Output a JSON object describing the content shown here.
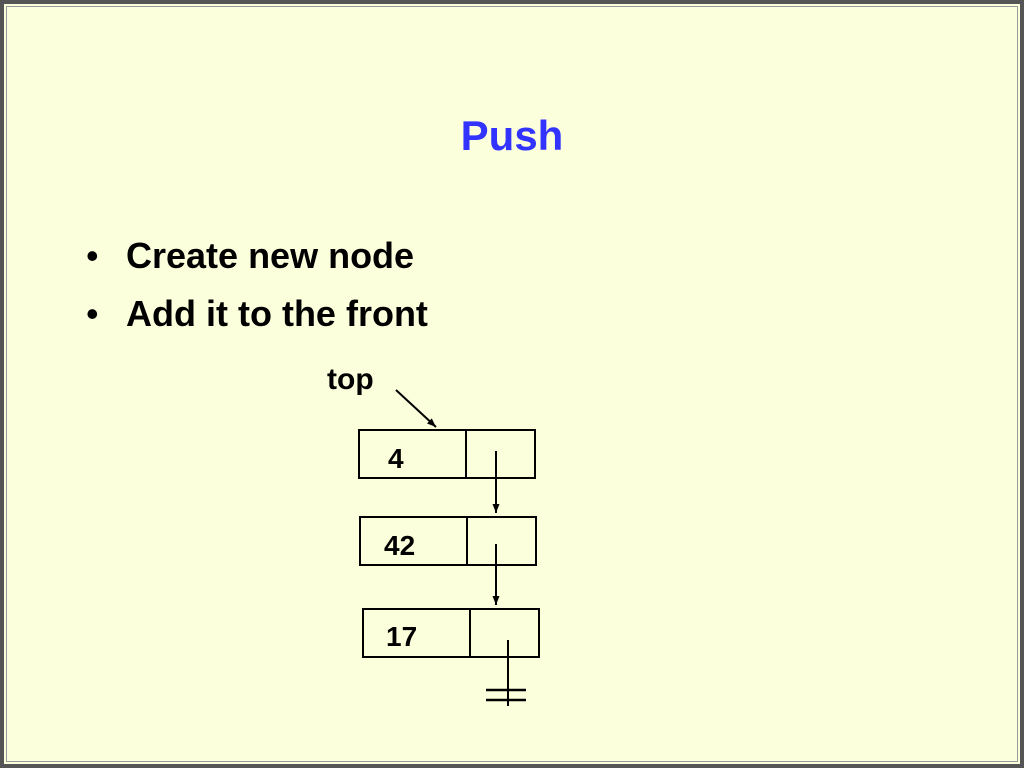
{
  "slide": {
    "title": "Push",
    "bullets": [
      "Create new node",
      "Add it to the front"
    ]
  },
  "diagram": {
    "pointer_label": "top",
    "nodes": [
      {
        "value": "4"
      },
      {
        "value": "42"
      },
      {
        "value": "17"
      }
    ],
    "terminator": "null-ground-symbol"
  },
  "colors": {
    "background": "#fcffdc",
    "title": "#3333ff",
    "text": "#000000",
    "frame": "#555555"
  }
}
